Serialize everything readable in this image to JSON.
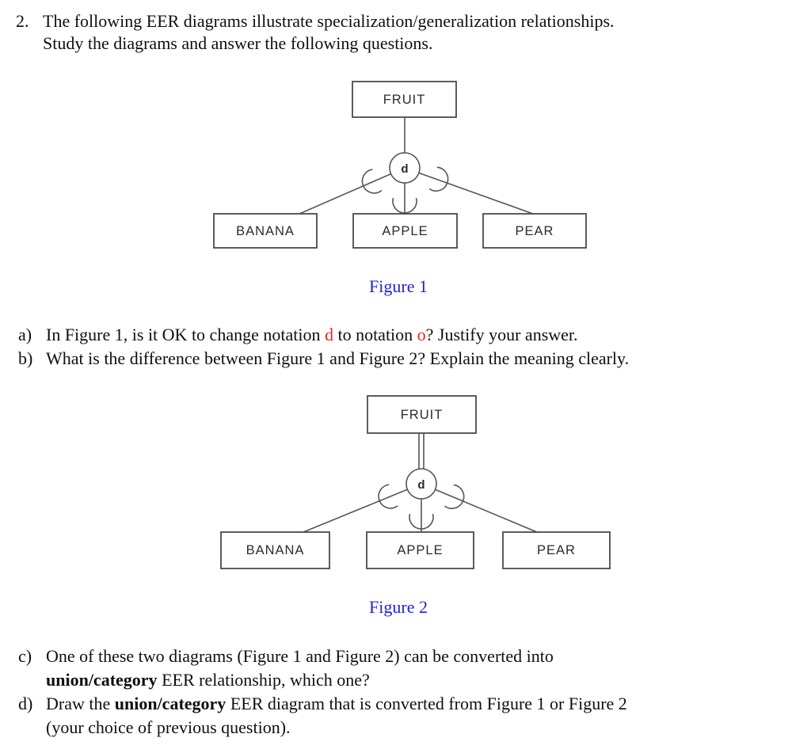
{
  "intro": {
    "number": "2.",
    "line1": "The following EER diagrams illustrate specialization/generalization relationships.",
    "line2": "Study the diagrams and answer the following questions."
  },
  "figure1": {
    "caption": "Figure 1",
    "superclass": "FRUIT",
    "notation": "d",
    "superclass_connection": "single line",
    "subclasses": [
      "BANANA",
      "APPLE",
      "PEAR"
    ]
  },
  "figure2": {
    "caption": "Figure 2",
    "superclass": "FRUIT",
    "notation": "d",
    "superclass_connection": "double line",
    "subclasses": [
      "BANANA",
      "APPLE",
      "PEAR"
    ]
  },
  "questions": {
    "a": {
      "label": "a)",
      "pre": "In Figure 1, is it OK to change notation ",
      "red1": "d",
      "mid": " to notation ",
      "red2": "o",
      "post": "? Justify your answer."
    },
    "b": {
      "label": "b)",
      "text": "What is the difference between Figure 1 and Figure 2? Explain the meaning clearly."
    },
    "c": {
      "label": "c)",
      "line1": "One of these two diagrams (Figure 1 and Figure 2) can be converted into",
      "bold": "union/category",
      "line2_rest": " EER relationship, which one?"
    },
    "d": {
      "label": "d)",
      "pre": "Draw the ",
      "bold": "union/category",
      "post": " EER diagram that is converted from Figure 1 or Figure 2",
      "line2": "(your choice of previous question)."
    }
  },
  "colors": {
    "caption_blue": "#1f1fe0",
    "notation_red": "#e8261c",
    "diagram_stroke": "#4a4a4a",
    "body_text": "#0f0f0f"
  }
}
